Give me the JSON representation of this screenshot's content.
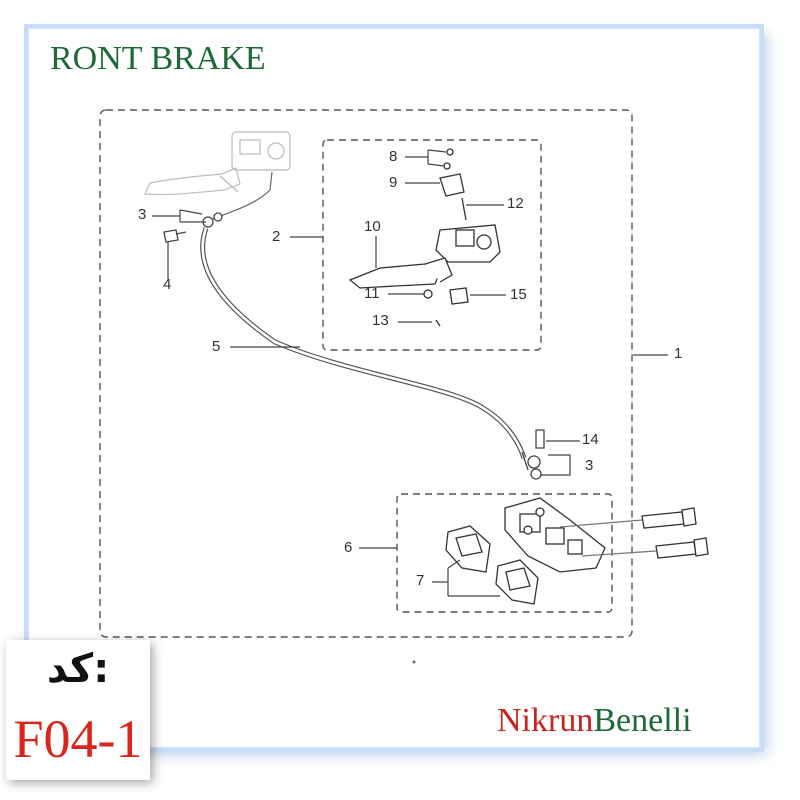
{
  "title": "RONT BRAKE",
  "code": {
    "label": "کد:",
    "value": "F04-1"
  },
  "brand": {
    "part1": "Nikrun",
    "part2": "Benelli"
  },
  "callouts": {
    "c1": "1",
    "c2": "2",
    "c3a": "3",
    "c3b": "3",
    "c4": "4",
    "c5": "5",
    "c6": "6",
    "c7": "7",
    "c8": "8",
    "c9": "9",
    "c10": "10",
    "c11": "11",
    "c12": "12",
    "c13": "13",
    "c14": "14",
    "c15": "15"
  }
}
